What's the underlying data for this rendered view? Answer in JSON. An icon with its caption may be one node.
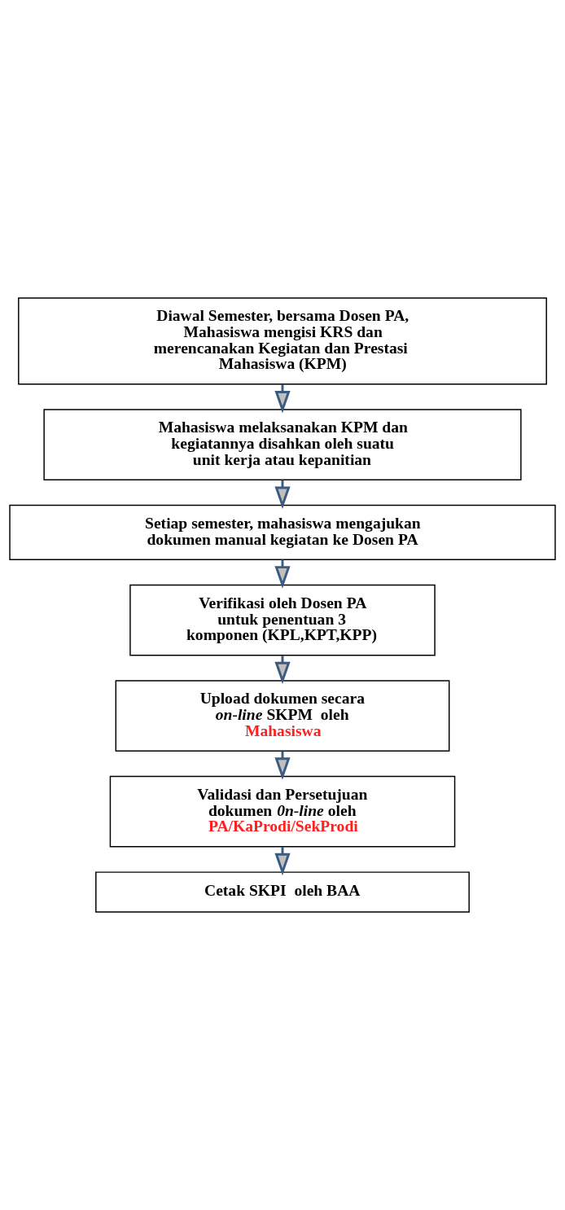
{
  "diagram": {
    "nodes": [
      {
        "text": [
          "Diawal Semester, bersama Dosen PA, Mahasiswa mengisi KRS dan merencanakan Kegiatan dan Prestasi  Mahasiswa (KPM)"
        ]
      },
      {
        "text": [
          "Mahasiswa melaksanakan KPM dan kegiatannya disahkan oleh suatu unit kerja atau kepanitian"
        ]
      },
      {
        "text": [
          "Setiap semester, mahasiswa mengajukan dokumen manual kegiatan ke Dosen PA"
        ]
      },
      {
        "text": [
          "Verifikasi oleh Dosen PA untuk penentuan 3 komponen (KPL,KPT,KPP)"
        ]
      },
      {
        "text": [
          "Upload dokumen secara *on-line* SKPM  oleh",
          "Mahasiswa"
        ]
      },
      {
        "text": [
          "Validasi dan Persetujuan dokumen *0n-line* oleh",
          "PA/KaProdi/SekProdi"
        ]
      },
      {
        "text": [
          "Cetak SKPI  oleh BAA"
        ]
      }
    ],
    "edges": [
      {
        "from": 0,
        "to": 1,
        "arrow": "to"
      },
      {
        "from": 1,
        "to": 2,
        "arrow": "to"
      },
      {
        "from": 2,
        "to": 3,
        "arrow": "to"
      },
      {
        "from": 3,
        "to": 4,
        "arrow": "to"
      },
      {
        "from": 4,
        "to": 5,
        "arrow": "to"
      },
      {
        "from": 5,
        "to": 6,
        "arrow": "to"
      }
    ]
  }
}
